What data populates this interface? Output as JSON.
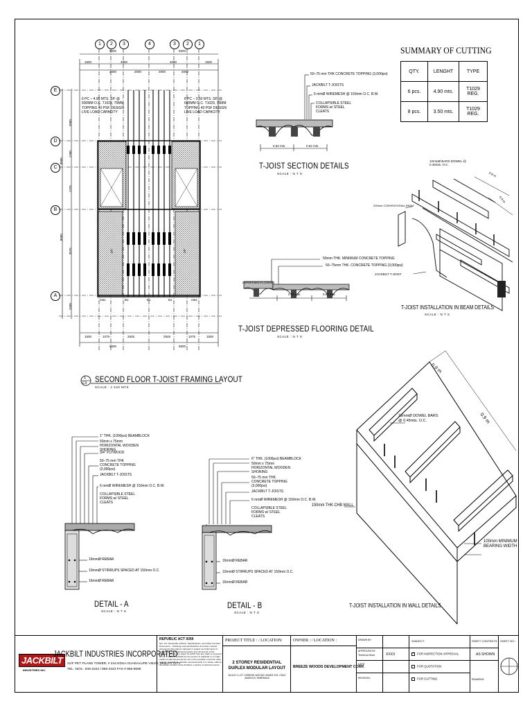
{
  "summary": {
    "title": "SUMMARY OF CUTTING",
    "headers": [
      "QTY.",
      "LENGHT",
      "TYPE"
    ],
    "rows": [
      [
        "6 pcs.",
        "4.90 mts.",
        "T1029 REG."
      ],
      [
        "8 pcs.",
        "3.50 mts.",
        "T1029 REG."
      ]
    ]
  },
  "plan": {
    "title": "SECOND FLOOR T-JOIST FRAMING LAYOUT",
    "scale": "SCALE : 1:100 MTS",
    "ref_top": "1",
    "ref_bottom": "C3",
    "grid_top": [
      "1",
      "2",
      "3",
      "4",
      "3",
      "2",
      "1"
    ],
    "grid_side": [
      "E",
      "D",
      "C",
      "B",
      "A"
    ],
    "top_overall": [
      "5500",
      "5500"
    ],
    "top_dims": [
      "1500",
      "4000",
      "4000",
      "1500"
    ],
    "top_sub_dims": [
      "2000",
      "2000",
      "2000",
      "2000"
    ],
    "bottom_dims": [
      "1500",
      "1075",
      "2925",
      "2925",
      "1075",
      "1500"
    ],
    "bottom_overall": [
      "5500",
      "5500"
    ],
    "left_dims": [
      "2000",
      "1200",
      "1725",
      "3575",
      "1500"
    ],
    "left_overall": [
      "8000",
      "8000"
    ],
    "note_left": "6 PC – 4.90 MTS. SP. @ 600MM O.C. T1029, 75MM TOPPING 40 PSF DESIGN LIVE LOAD CAPACITY",
    "note_right": "8 PC – 3.50 MTS. SP. @ 600MM O.C. T1029, 75MM TOPPING 40 PSF DESIGN LIVE LOAD CAPACITY",
    "beam_labels": [
      "CB1",
      "B1",
      "B1",
      "B1",
      "CB1"
    ],
    "up_label": "UP"
  },
  "section": {
    "title": "T-JOIST SECTION DETAILS",
    "scale": "SCALE : N T S",
    "notes": [
      "50–75 mm THK CONCRETE TOPPING (3,000psi)",
      "JACKBILT T-JOISTS",
      "6 mmØ WIREMESH @ 150mm O.C. B.W.",
      "COLLAPSIBLE STEEL FORMS w/ STEEL CLEATS"
    ],
    "dims": [
      "0.62 mts.",
      "0.62 mts."
    ]
  },
  "depressed": {
    "title": "T-JOIST DEPRESSED FLOORING DETAIL",
    "scale": "SCALE : N T S",
    "notes": [
      "50mm THK. MINIMUM CONCRETE TOPPING",
      "50–75mm THK. CONCRETE TOPPING (3,000psi)"
    ],
    "left_label": "DEPRESSED FLOORING",
    "dims": [
      "0.60 mts.",
      "0.60 mts."
    ]
  },
  "beam": {
    "title": "T-JOIST INSTALLATION IN BEAM DETAILS",
    "scale": "SCALE : N T S",
    "dowel": "12mmØ BARS DOWEL @ 0.45mts. O.C.",
    "topping": "200mm CONVENTIONAL BEAM",
    "joist": "JACKBILT T-JOIST",
    "dim_a": "0.9 m",
    "dim_b": "0.9 m"
  },
  "wall": {
    "title": "T-JOIST INSTALLATION IN WALL DETAILS",
    "dowel": "12mmØ DOWEL BARS @ 0.45mts. O.C.",
    "wall": "150mm THK CHB WALL",
    "bearing": "100mm MINIMUM BEARING WIDTH",
    "dim_a": "0.9 m",
    "dim_b": "0.9 m"
  },
  "detail_a": {
    "title": "DETAIL - A",
    "scale": "SCALE : N T S",
    "notes": [
      "1\" THK. (1000psi) BEAMBLOCK",
      "50mm x 75mm HORIZONTAL WOODEN SHORING",
      "3/4\" PLYWOOD",
      "50–75 mm THK CONCRETE TOPPING (3,000psi)",
      "JACKBILT T-JOISTS",
      "6 mmØ WIREMESH @ 150mm O.C. B.W.",
      "COLLAPSIBLE STEEL FORMS w/ STEEL CLEATS"
    ],
    "bottom_notes": [
      "16mmØ REBAR",
      "10mmØ STIRRUPS SPACED AT 150mm O.C.",
      "16mmØ REBAR"
    ]
  },
  "detail_b": {
    "title": "DETAIL - B",
    "scale": "SCALE : N T S",
    "notes": [
      "6\" THK. (1000psi) BEAMBLOCK",
      "50mm x 75mm HORIZONTAL WOODEN SHORING",
      "50–75 mm THK CONCRETE TOPPING (3,000psi)",
      "JACKBILT T-JOISTS",
      "6 mmØ WIREMESH @ 150mm O.C. B.W.",
      "COLLAPSIBLE STEEL FORMS w/ STEEL CLEATS"
    ],
    "bottom_notes": [
      "16mmØ REBAR",
      "10mmØ STIRRUPS SPACED AT 150mm O.C.",
      "16mmØ REBAR"
    ]
  },
  "titleblock": {
    "logo": "JACKBILT",
    "logo_sub": "INDUSTRIES INC.",
    "company": "JACKBILT INDUSTRIES INCORPORATED",
    "address": "21/F PET PLANS TOWER, # 444 EDSA GUADALUPE VIEJO, MAKATI CITY",
    "phone": "TEL. NOS.: 846-2222 / 856-3443 FAX # 856-6598",
    "law_title": "REPUBLIC ACT 9266",
    "law_text": "Sec. 20. Ownership of Plans, Specifications, and Other Contract Documents. - Drawings and specifications and other contract documents duly signed, stamped or sealed, as instruments of service, are the intellectual property and documents of the Architect, whether the object for which they are made is executed or not. It shall be unlawful for any person to duplicate or to make copies of said documents for use in the repetition of and for other projects or buildings, whether executed partly or in whole, without the written consent of the Architect or author of said documents.",
    "project_label": "PROJECT TITLE : / LOCATION:",
    "project_title": "2 STOREY RESIDENTIAL DUPLEX MODULAR LAYOUT",
    "project_loc": "BLOCK 1 LOT 1 BREEZE WOODS HOMES STA. CRUZ ANGELES, PAMPANGA",
    "owner_label": "OWNER : / LOCATION :",
    "owner": "BREEZE WOODS DEVELOPMENT CORP.",
    "drawn_by": "DRAWN BY:",
    "approved_by": "APPROVED BY",
    "approved_sub": "Technical Head",
    "approved_value": "XXXX",
    "date": "DATE:",
    "revision": "REVISION:",
    "subject": "SUBJECT:",
    "options": [
      "FOR INSPECTION APPROVAL",
      "FOR QUOTATION",
      "FOR CUTTING"
    ],
    "checked": [
      true,
      false,
      false
    ],
    "sheet_contents": "SHEET CONTENTS:",
    "sheet_contents_value": "AS SHOWN",
    "sheet_no": "SHEET NO.:",
    "remarks": "REMARKS:"
  }
}
